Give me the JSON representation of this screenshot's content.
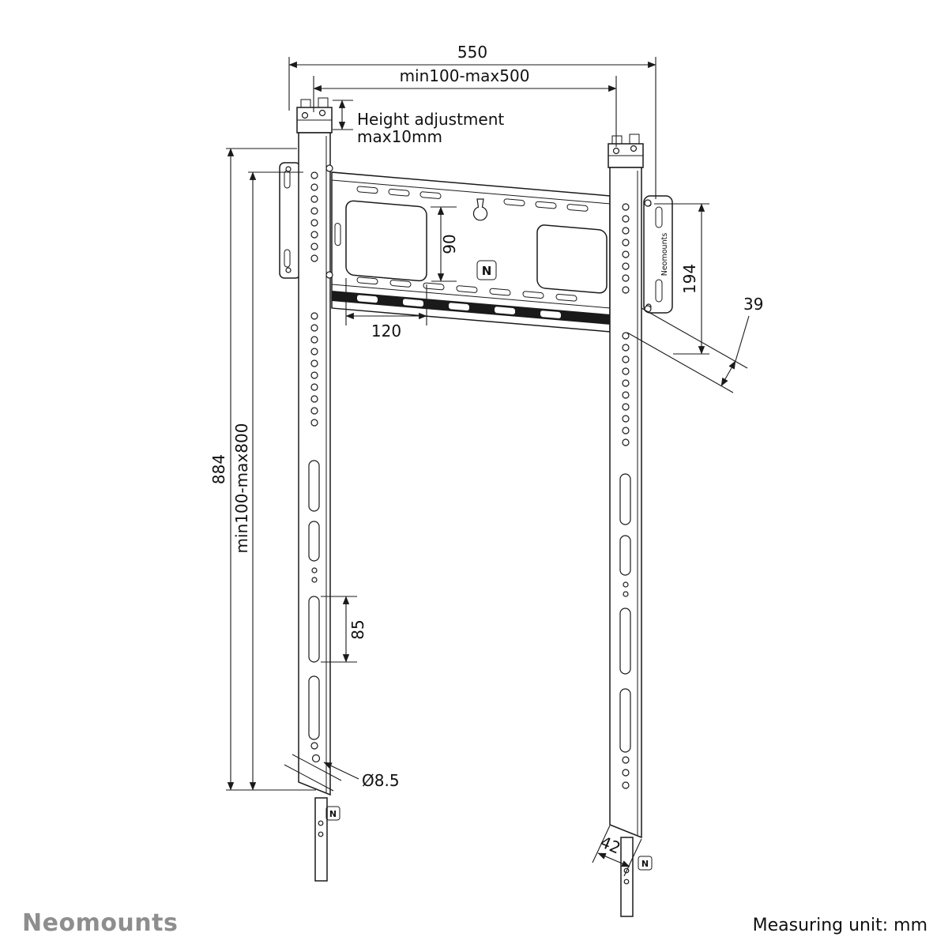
{
  "footer": {
    "brand": "Neomounts",
    "measuring_unit": "Measuring unit: mm"
  },
  "dimensions": {
    "overall_width": "550",
    "vesa_width_range": "min100-max500",
    "height_adjustment_line1": "Height adjustment",
    "height_adjustment_line2": "max10mm",
    "plate_opening_height": "90",
    "bracket_height": "194",
    "top_depth": "39",
    "plate_opening_width": "120",
    "rail_length": "884",
    "vesa_height_range": "min100-max800",
    "rail_slot_length": "85",
    "hole_diameter": "Ø8.5",
    "bottom_depth": "42"
  },
  "labels": {
    "logo_mark": "N",
    "rail_brand": "Neomounts"
  }
}
